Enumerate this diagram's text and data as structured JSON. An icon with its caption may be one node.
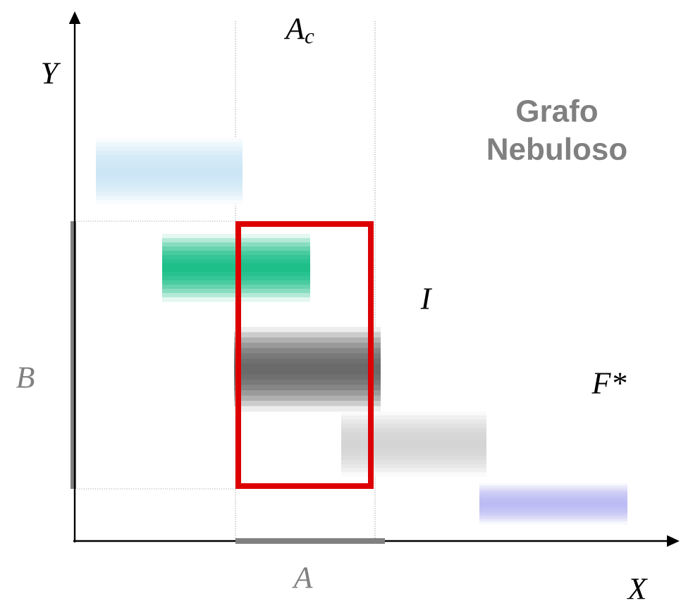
{
  "diagram": {
    "title": "Grafo Nebuloso",
    "labels": [
      "A$_{c}$",
      "Y",
      "I",
      "B",
      "F*",
      "A",
      "X"
    ]
  }
}
